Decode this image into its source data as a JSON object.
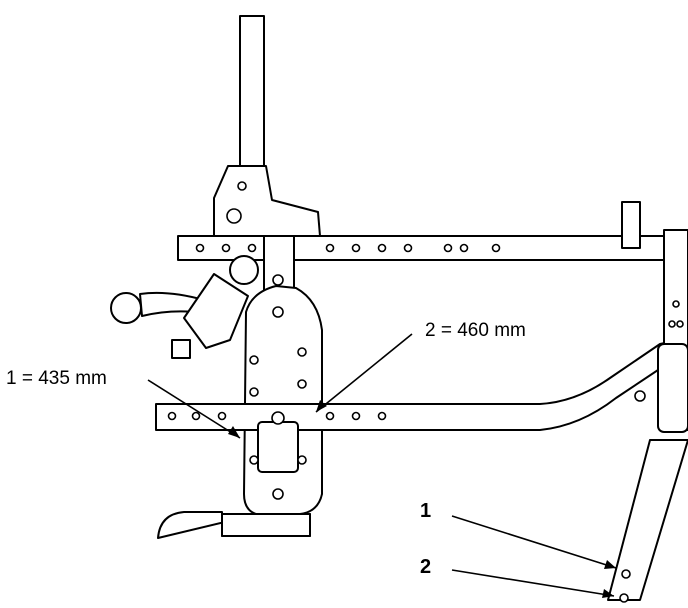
{
  "callouts": {
    "seat_height_1": "1 = 435 mm",
    "seat_height_2": "460 mm"
  },
  "markers": {
    "position_1": "1",
    "position_2": "2"
  },
  "label_prefix_2": "2 = "
}
